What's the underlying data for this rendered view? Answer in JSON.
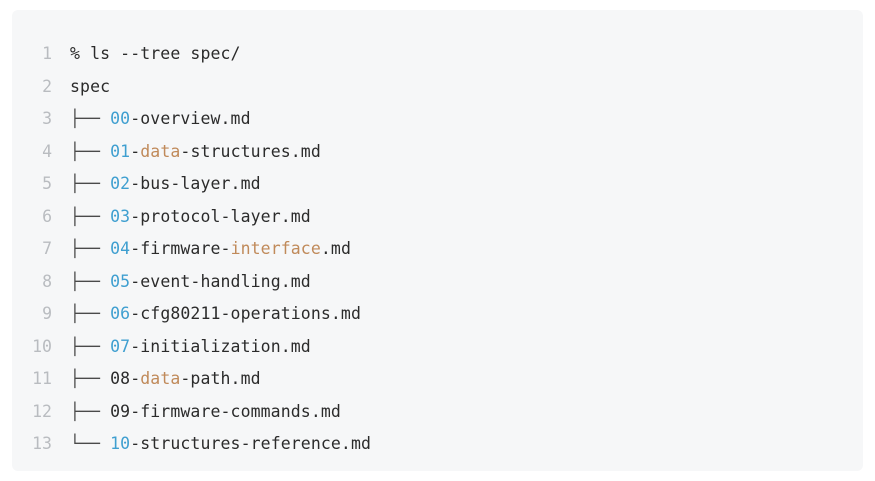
{
  "code_block": {
    "language": "shell-session",
    "background_color": "#f6f7f8",
    "text_color": "#2b2b2b",
    "line_number_color": "#b9bcc0",
    "number_token_color": "#3f9fd0",
    "keyword_token_color": "#c08a5a",
    "lines": [
      {
        "number": "1",
        "tokens": [
          {
            "text": "% ls --tree spec/",
            "type": "plain"
          }
        ]
      },
      {
        "number": "2",
        "tokens": [
          {
            "text": "spec",
            "type": "plain"
          }
        ]
      },
      {
        "number": "3",
        "tokens": [
          {
            "text": "├── ",
            "type": "tree"
          },
          {
            "text": "00",
            "type": "number"
          },
          {
            "text": "-overview.md",
            "type": "plain"
          }
        ]
      },
      {
        "number": "4",
        "tokens": [
          {
            "text": "├── ",
            "type": "tree"
          },
          {
            "text": "01",
            "type": "number"
          },
          {
            "text": "-",
            "type": "plain"
          },
          {
            "text": "data",
            "type": "key"
          },
          {
            "text": "-structures.md",
            "type": "plain"
          }
        ]
      },
      {
        "number": "5",
        "tokens": [
          {
            "text": "├── ",
            "type": "tree"
          },
          {
            "text": "02",
            "type": "number"
          },
          {
            "text": "-bus-layer.md",
            "type": "plain"
          }
        ]
      },
      {
        "number": "6",
        "tokens": [
          {
            "text": "├── ",
            "type": "tree"
          },
          {
            "text": "03",
            "type": "number"
          },
          {
            "text": "-protocol-layer.md",
            "type": "plain"
          }
        ]
      },
      {
        "number": "7",
        "tokens": [
          {
            "text": "├── ",
            "type": "tree"
          },
          {
            "text": "04",
            "type": "number"
          },
          {
            "text": "-firmware-",
            "type": "plain"
          },
          {
            "text": "interface",
            "type": "key"
          },
          {
            "text": ".md",
            "type": "plain"
          }
        ]
      },
      {
        "number": "8",
        "tokens": [
          {
            "text": "├── ",
            "type": "tree"
          },
          {
            "text": "05",
            "type": "number"
          },
          {
            "text": "-event-handling.md",
            "type": "plain"
          }
        ]
      },
      {
        "number": "9",
        "tokens": [
          {
            "text": "├── ",
            "type": "tree"
          },
          {
            "text": "06",
            "type": "number"
          },
          {
            "text": "-cfg80211-operations.md",
            "type": "plain"
          }
        ]
      },
      {
        "number": "10",
        "tokens": [
          {
            "text": "├── ",
            "type": "tree"
          },
          {
            "text": "07",
            "type": "number"
          },
          {
            "text": "-initialization.md",
            "type": "plain"
          }
        ]
      },
      {
        "number": "11",
        "tokens": [
          {
            "text": "├── ",
            "type": "tree"
          },
          {
            "text": "08-",
            "type": "plain"
          },
          {
            "text": "data",
            "type": "key"
          },
          {
            "text": "-path.md",
            "type": "plain"
          }
        ]
      },
      {
        "number": "12",
        "tokens": [
          {
            "text": "├── ",
            "type": "tree"
          },
          {
            "text": "09-firmware-commands.md",
            "type": "plain"
          }
        ]
      },
      {
        "number": "13",
        "tokens": [
          {
            "text": "└── ",
            "type": "tree"
          },
          {
            "text": "10",
            "type": "number"
          },
          {
            "text": "-structures-reference.md",
            "type": "plain"
          }
        ]
      }
    ]
  }
}
